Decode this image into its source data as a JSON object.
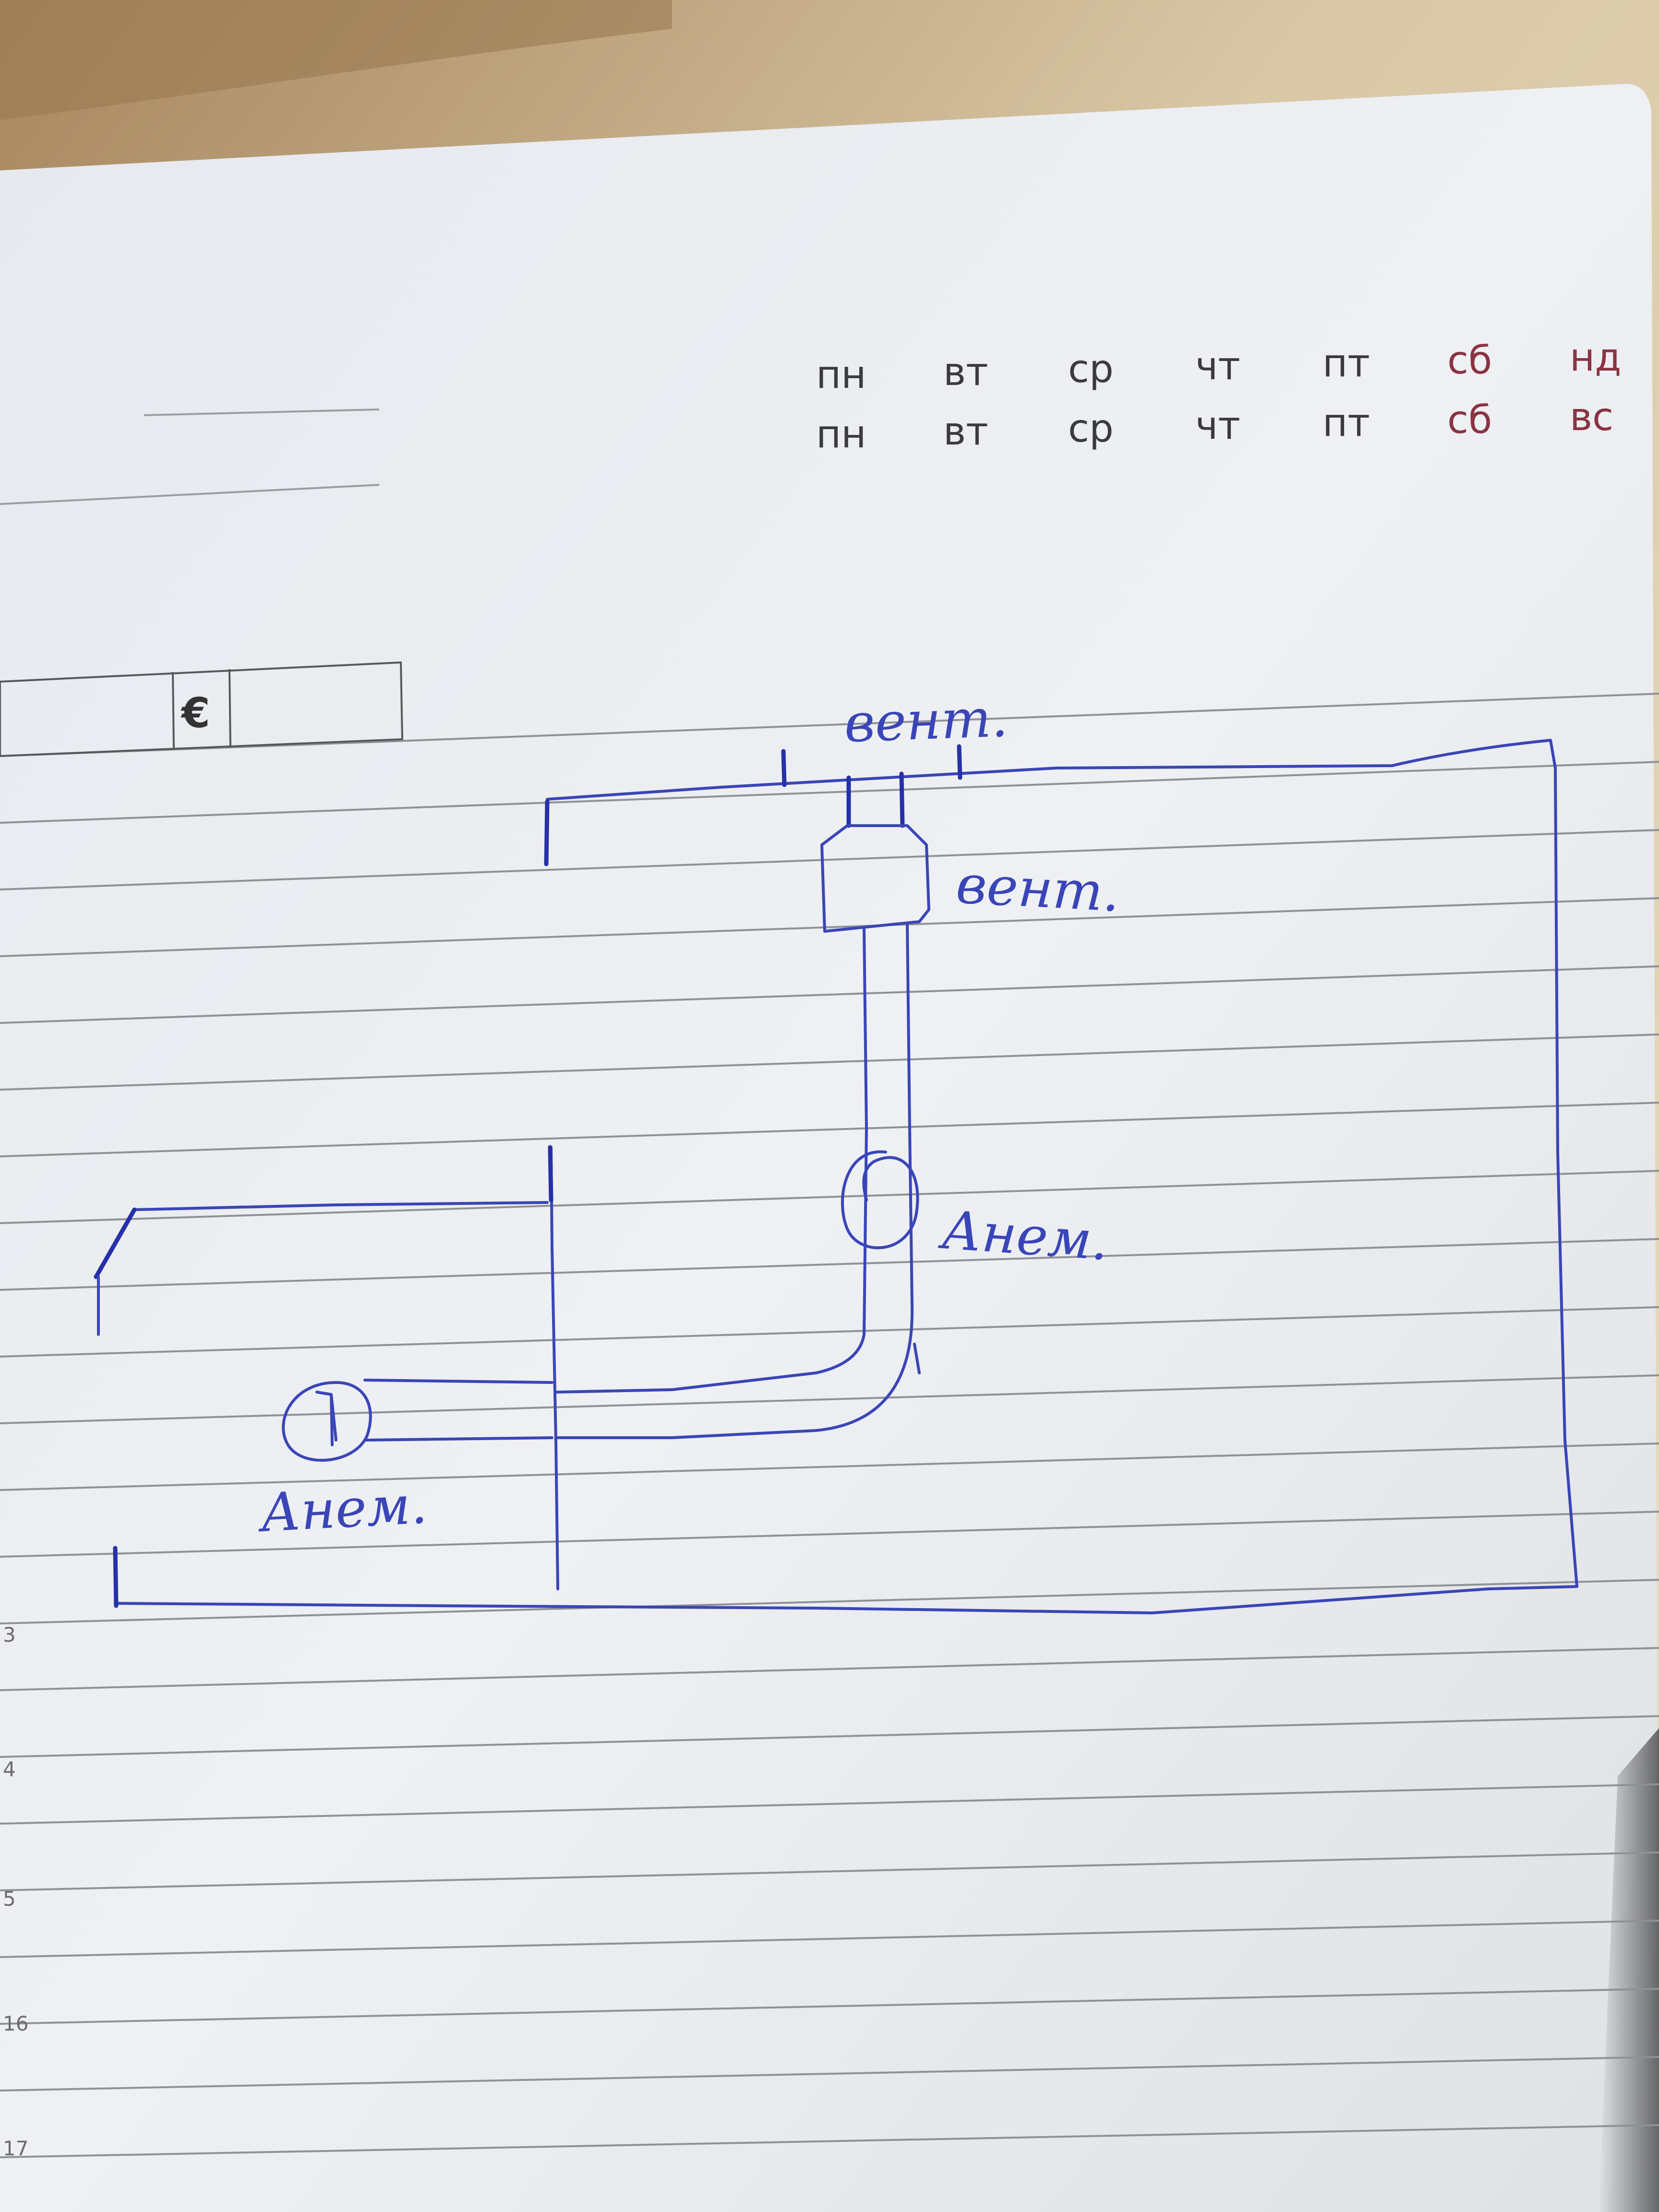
{
  "planner": {
    "days_row1": [
      {
        "label": "пн",
        "weekend": false
      },
      {
        "label": "вт",
        "weekend": false
      },
      {
        "label": "ср",
        "weekend": false
      },
      {
        "label": "чт",
        "weekend": false
      },
      {
        "label": "пт",
        "weekend": false
      },
      {
        "label": "сб",
        "weekend": true
      },
      {
        "label": "нд",
        "weekend": true
      }
    ],
    "days_row2": [
      {
        "label": "пн",
        "weekend": false
      },
      {
        "label": "вт",
        "weekend": false
      },
      {
        "label": "ср",
        "weekend": false
      },
      {
        "label": "чт",
        "weekend": false
      },
      {
        "label": "пт",
        "weekend": false
      },
      {
        "label": "сб",
        "weekend": true
      },
      {
        "label": "вс",
        "weekend": true
      }
    ],
    "currency_symbol": "€",
    "line_numbers": [
      "3",
      "4",
      "5",
      "16",
      "17"
    ]
  },
  "sketch": {
    "label_top": "вент.",
    "label_fan": "вент.",
    "label_anemostat_right": "Анем.",
    "label_anemostat_left": "Анем."
  },
  "colors": {
    "ink": "#3a45b8",
    "paper": "#eceef2",
    "ruling": "#8e9196",
    "weekend": "#8a3343"
  }
}
